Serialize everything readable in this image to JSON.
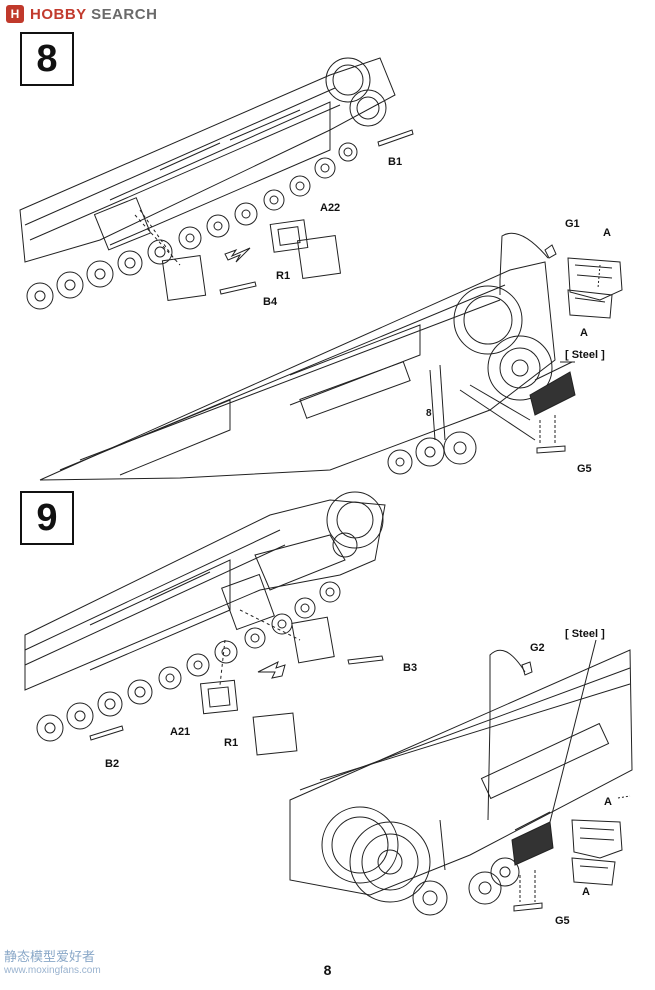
{
  "header": {
    "logo_badge": "H",
    "logo_brand": "HOBBY",
    "logo_suffix": "SEARCH"
  },
  "steps": [
    {
      "number": "8",
      "labels": {
        "b1": "B1",
        "a22": "A22",
        "r1": "R1",
        "b4": "B4",
        "g1": "G1",
        "a_top": "A",
        "a_bottom": "A",
        "steel": "[ Steel ]",
        "g5": "G5",
        "frame_mark": "8"
      }
    },
    {
      "number": "9",
      "labels": {
        "b3": "B3",
        "a21": "A21",
        "r1": "R1",
        "b2": "B2",
        "g2": "G2",
        "steel": "[ Steel ]",
        "a_top": "A",
        "a_bottom": "A",
        "g5": "G5"
      }
    }
  ],
  "footer": {
    "page_number": "8",
    "watermark_cn": "静态模型爱好者",
    "watermark_url": "www.moxingfans.com"
  }
}
